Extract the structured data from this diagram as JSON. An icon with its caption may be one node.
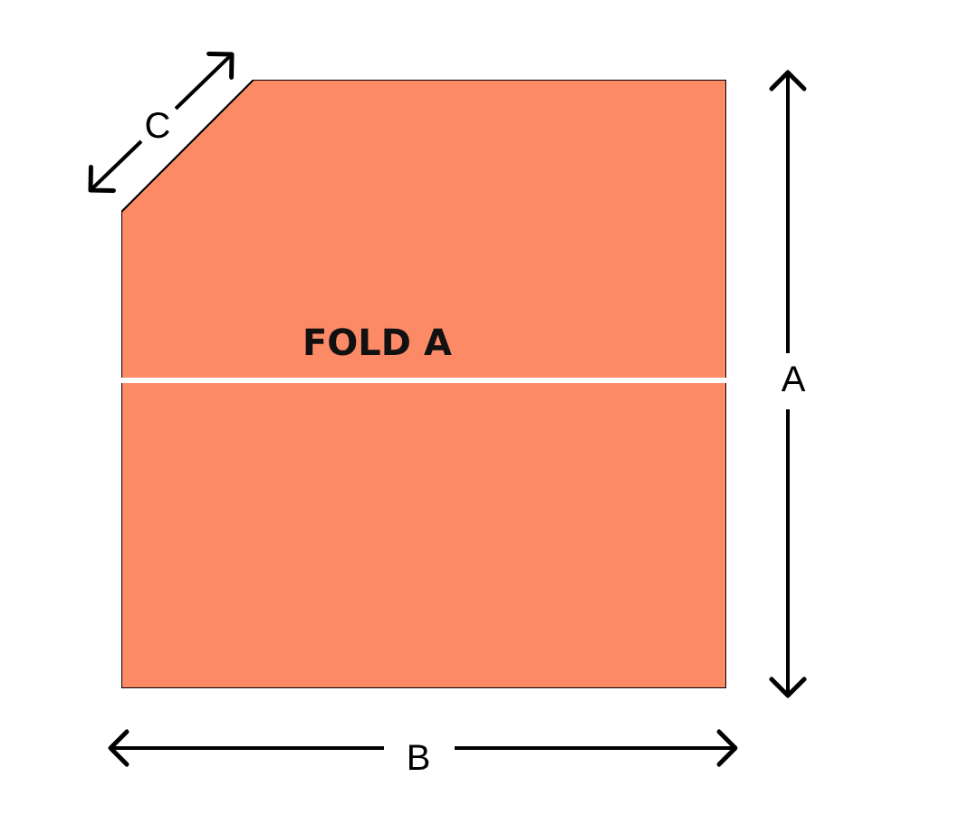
{
  "diagram": {
    "nodes": [
      {
        "text": [
          "FOLD A"
        ]
      }
    ],
    "labels": [
      "C",
      "A",
      "B"
    ]
  }
}
